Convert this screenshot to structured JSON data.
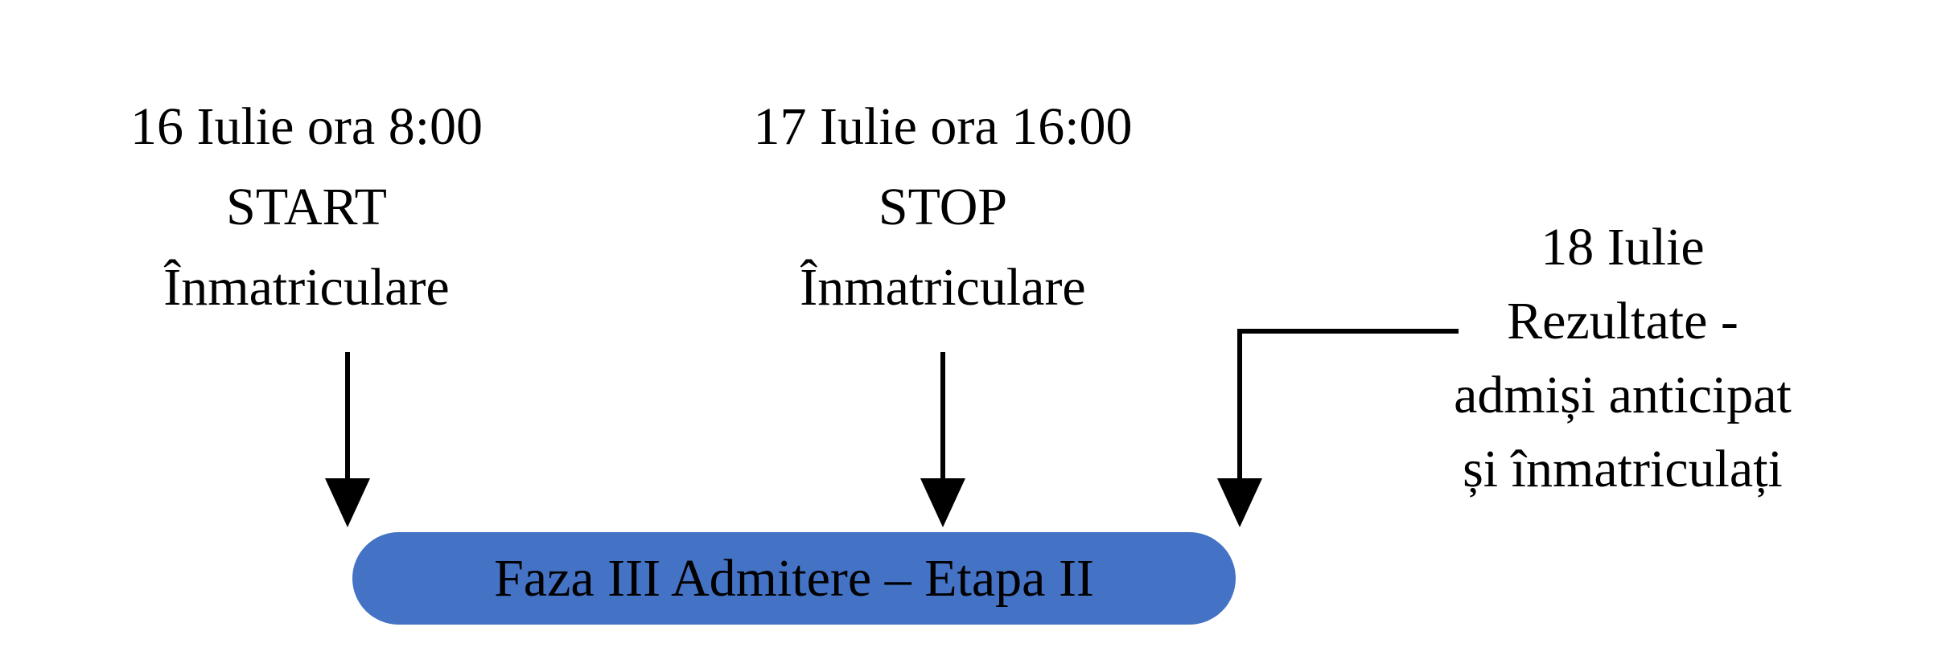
{
  "events": [
    {
      "lines": [
        "16 Iulie ora 8:00",
        "START",
        "Înmatriculare"
      ]
    },
    {
      "lines": [
        "17 Iulie ora 16:00",
        "STOP",
        "Înmatriculare"
      ]
    },
    {
      "lines": [
        "18 Iulie",
        "Rezultate -",
        "admiși anticipat",
        "și înmatriculați"
      ]
    }
  ],
  "phase_label": "Faza III Admitere – Etapa II",
  "colors": {
    "phase_fill": "#4472c4",
    "arrow": "#000000"
  }
}
